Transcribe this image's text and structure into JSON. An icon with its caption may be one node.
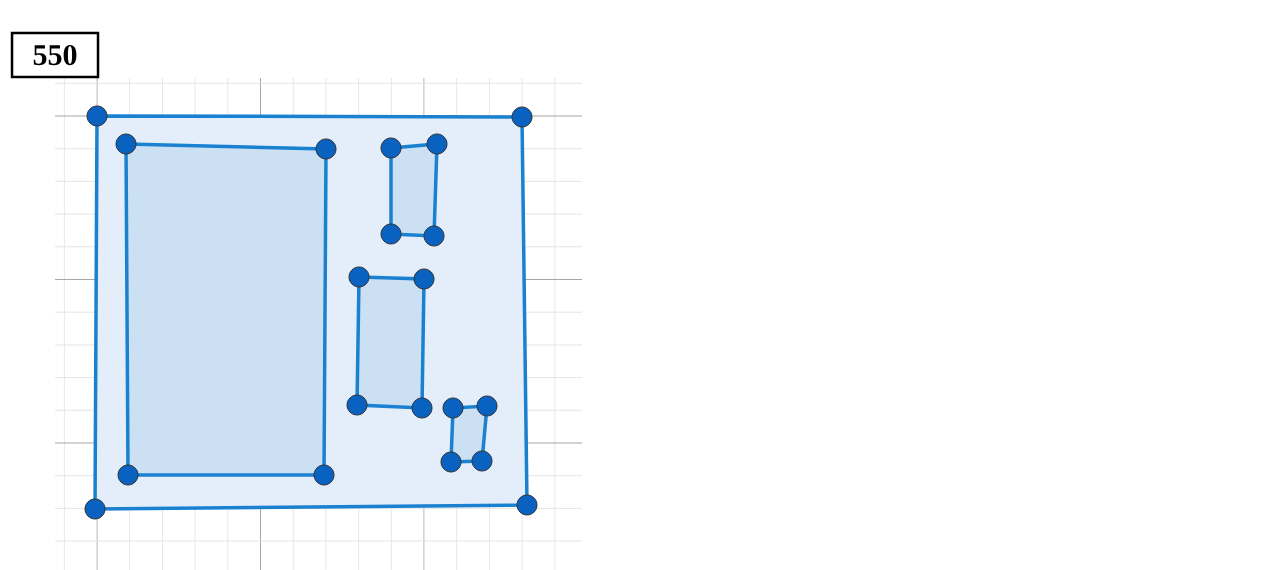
{
  "diagram": {
    "nodes": [
      {
        "text": [
          "550"
        ]
      },
      {
        "text": [],
        "shape": "box"
      },
      {
        "text": [],
        "shape": "box",
        "in": 1
      },
      {
        "text": [],
        "shape": "box",
        "in": 1
      },
      {
        "text": [],
        "shape": "box",
        "in": 1
      },
      {
        "text": [],
        "shape": "box",
        "in": 1
      }
    ]
  }
}
